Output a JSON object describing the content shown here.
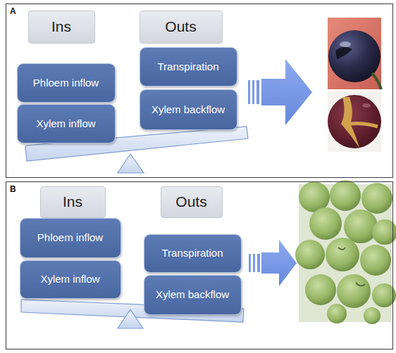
{
  "diagram": {
    "nodes": [
      {
        "text": [
          "A"
        ]
      },
      {
        "text": [
          "Ins"
        ],
        "in": 0
      },
      {
        "text": [
          "Outs"
        ],
        "in": 0
      },
      {
        "text": [
          "Phloem inflow"
        ],
        "in": 0
      },
      {
        "text": [
          "Transpiration"
        ],
        "in": 0
      },
      {
        "text": [
          "Xylem inflow"
        ],
        "in": 0
      },
      {
        "text": [
          "Xylem backflow"
        ],
        "in": 0
      },
      {
        "text": [
          "B"
        ]
      },
      {
        "text": [
          "Ins"
        ],
        "in": 7
      },
      {
        "text": [
          "Outs"
        ],
        "in": 7
      },
      {
        "text": [
          "Phloem inflow"
        ],
        "in": 7
      },
      {
        "text": [
          "Transpiration"
        ],
        "in": 7
      },
      {
        "text": [
          "Xylem inflow"
        ],
        "in": 7
      },
      {
        "text": [
          "Xylem backflow"
        ],
        "in": 7
      }
    ]
  }
}
